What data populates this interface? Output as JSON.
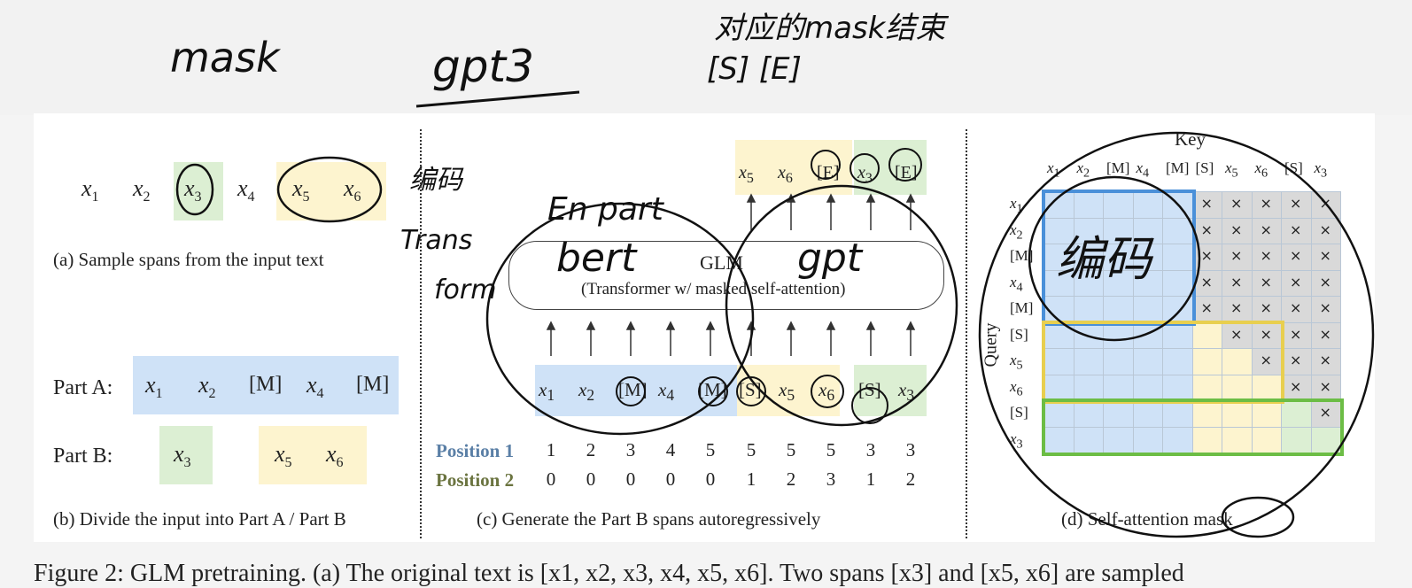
{
  "annotations": {
    "mask": "mask",
    "gpt3": "gpt3",
    "top_right_line1": "对应的mask结束",
    "top_right_line2": "[S]  [E]",
    "left_side": "编码",
    "transform_line1": "Trans",
    "transform_line2": "form",
    "encoder_part": "En part",
    "bert": "bert",
    "gpt": "gpt",
    "matrix_note": "编码"
  },
  "panel_a": {
    "caption": "(a)  Sample spans from the input text",
    "tokens": [
      "x1",
      "x2",
      "x3",
      "x4",
      "x5",
      "x6"
    ]
  },
  "panel_b": {
    "part_a_label": "Part A:",
    "part_b_label": "Part B:",
    "part_a_tokens": [
      "x1",
      "x2",
      "[M]",
      "x4",
      "[M]"
    ],
    "part_b_tokens": [
      "x3",
      "x5",
      "x6"
    ],
    "caption": "(b)  Divide the input into Part A / Part B"
  },
  "panel_c": {
    "glm_title": "GLM",
    "glm_subtitle": "(Transformer w/ masked self-attention)",
    "outputs": [
      "x5",
      "x6",
      "[E]",
      "x3",
      "[E]"
    ],
    "inputs": [
      "x1",
      "x2",
      "[M]",
      "x4",
      "[M]",
      "[S]",
      "x5",
      "x6",
      "[S]",
      "x3"
    ],
    "position1_label": "Position 1",
    "position2_label": "Position 2",
    "position1": [
      "1",
      "2",
      "3",
      "4",
      "5",
      "5",
      "5",
      "5",
      "3",
      "3"
    ],
    "position2": [
      "0",
      "0",
      "0",
      "0",
      "0",
      "1",
      "2",
      "3",
      "1",
      "2"
    ],
    "caption": "(c)  Generate the Part B spans autoregressively",
    "colors": {
      "blue": "#cfe2f7",
      "yellow": "#fdf4cf",
      "green": "#dcefd3"
    }
  },
  "panel_d": {
    "key_label": "Key",
    "query_label": "Query",
    "col_labels": [
      "x1",
      "x2",
      "[M]",
      "x4",
      "[M]",
      "[S]",
      "x5",
      "x6",
      "[S]",
      "x3"
    ],
    "row_labels": [
      "x1",
      "x2",
      "[M]",
      "x4",
      "[M]",
      "[S]",
      "x5",
      "x6",
      "[S]",
      "x3"
    ],
    "masked_symbol": "×",
    "caption": "(d)  Self-attention mask"
  },
  "figure_caption": "Figure 2: GLM pretraining. (a) The original text is [x1, x2, x3, x4, x5, x6]. Two spans [x3] and [x5, x6] are sampled"
}
